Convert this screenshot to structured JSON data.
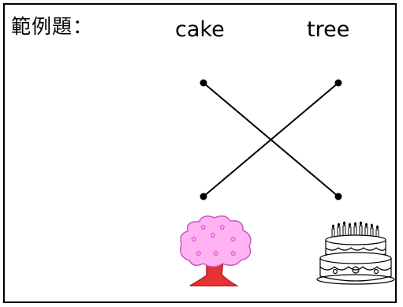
{
  "exercise": {
    "title": "範例題：",
    "words": {
      "left": "cake",
      "right": "tree"
    },
    "matches": [
      {
        "word": "cake",
        "picture": "cake-picture"
      },
      {
        "word": "tree",
        "picture": "tree-picture"
      }
    ],
    "pictures": [
      "tree-picture",
      "cake-picture"
    ]
  }
}
